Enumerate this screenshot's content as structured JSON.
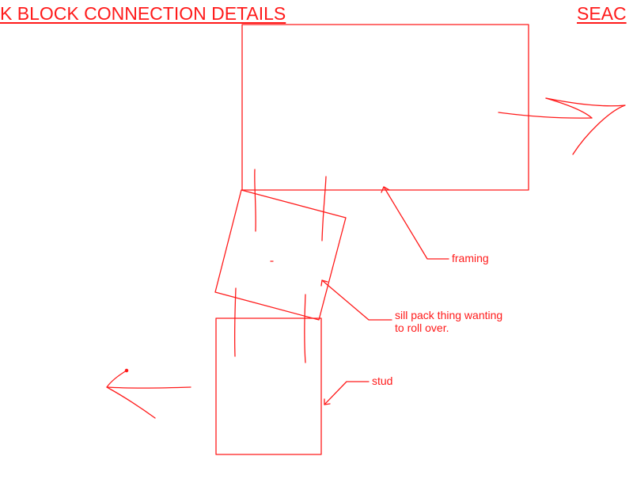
{
  "titles": {
    "left": "K BLOCK CONNECTION DETAILS",
    "right": "SEAC"
  },
  "labels": {
    "framing": "framing",
    "sill_line1": "sill pack thing wanting",
    "sill_line2": "to roll over.",
    "stud": "stud"
  },
  "colors": {
    "ink": "#ff1a1a",
    "background": "#ffffff"
  }
}
